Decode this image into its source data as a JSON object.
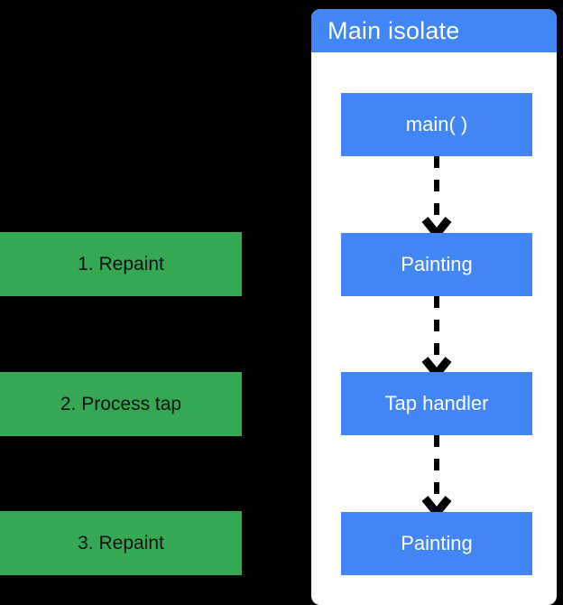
{
  "diagram": {
    "title": "Main isolate",
    "background_color": "#000000",
    "card_color": "#ffffff",
    "accent_blue": "#4285f4",
    "accent_green": "#34a853",
    "blue_nodes": [
      {
        "label": "main( )"
      },
      {
        "label": "Painting"
      },
      {
        "label": "Tap handler"
      },
      {
        "label": "Painting"
      }
    ],
    "green_steps": [
      {
        "label": "1. Repaint"
      },
      {
        "label": "2. Process tap"
      },
      {
        "label": "3. Repaint"
      }
    ],
    "dashed_connectors": [
      {
        "from": "main( )",
        "to": "Painting"
      },
      {
        "from": "Painting",
        "to": "Tap handler"
      },
      {
        "from": "Tap handler",
        "to": "Painting"
      }
    ],
    "solid_connectors": [
      {
        "from": "1. Repaint",
        "to": "Painting"
      },
      {
        "from": "2. Process tap",
        "to": "Tap handler"
      },
      {
        "from": "3. Repaint",
        "to": "Painting"
      }
    ]
  }
}
